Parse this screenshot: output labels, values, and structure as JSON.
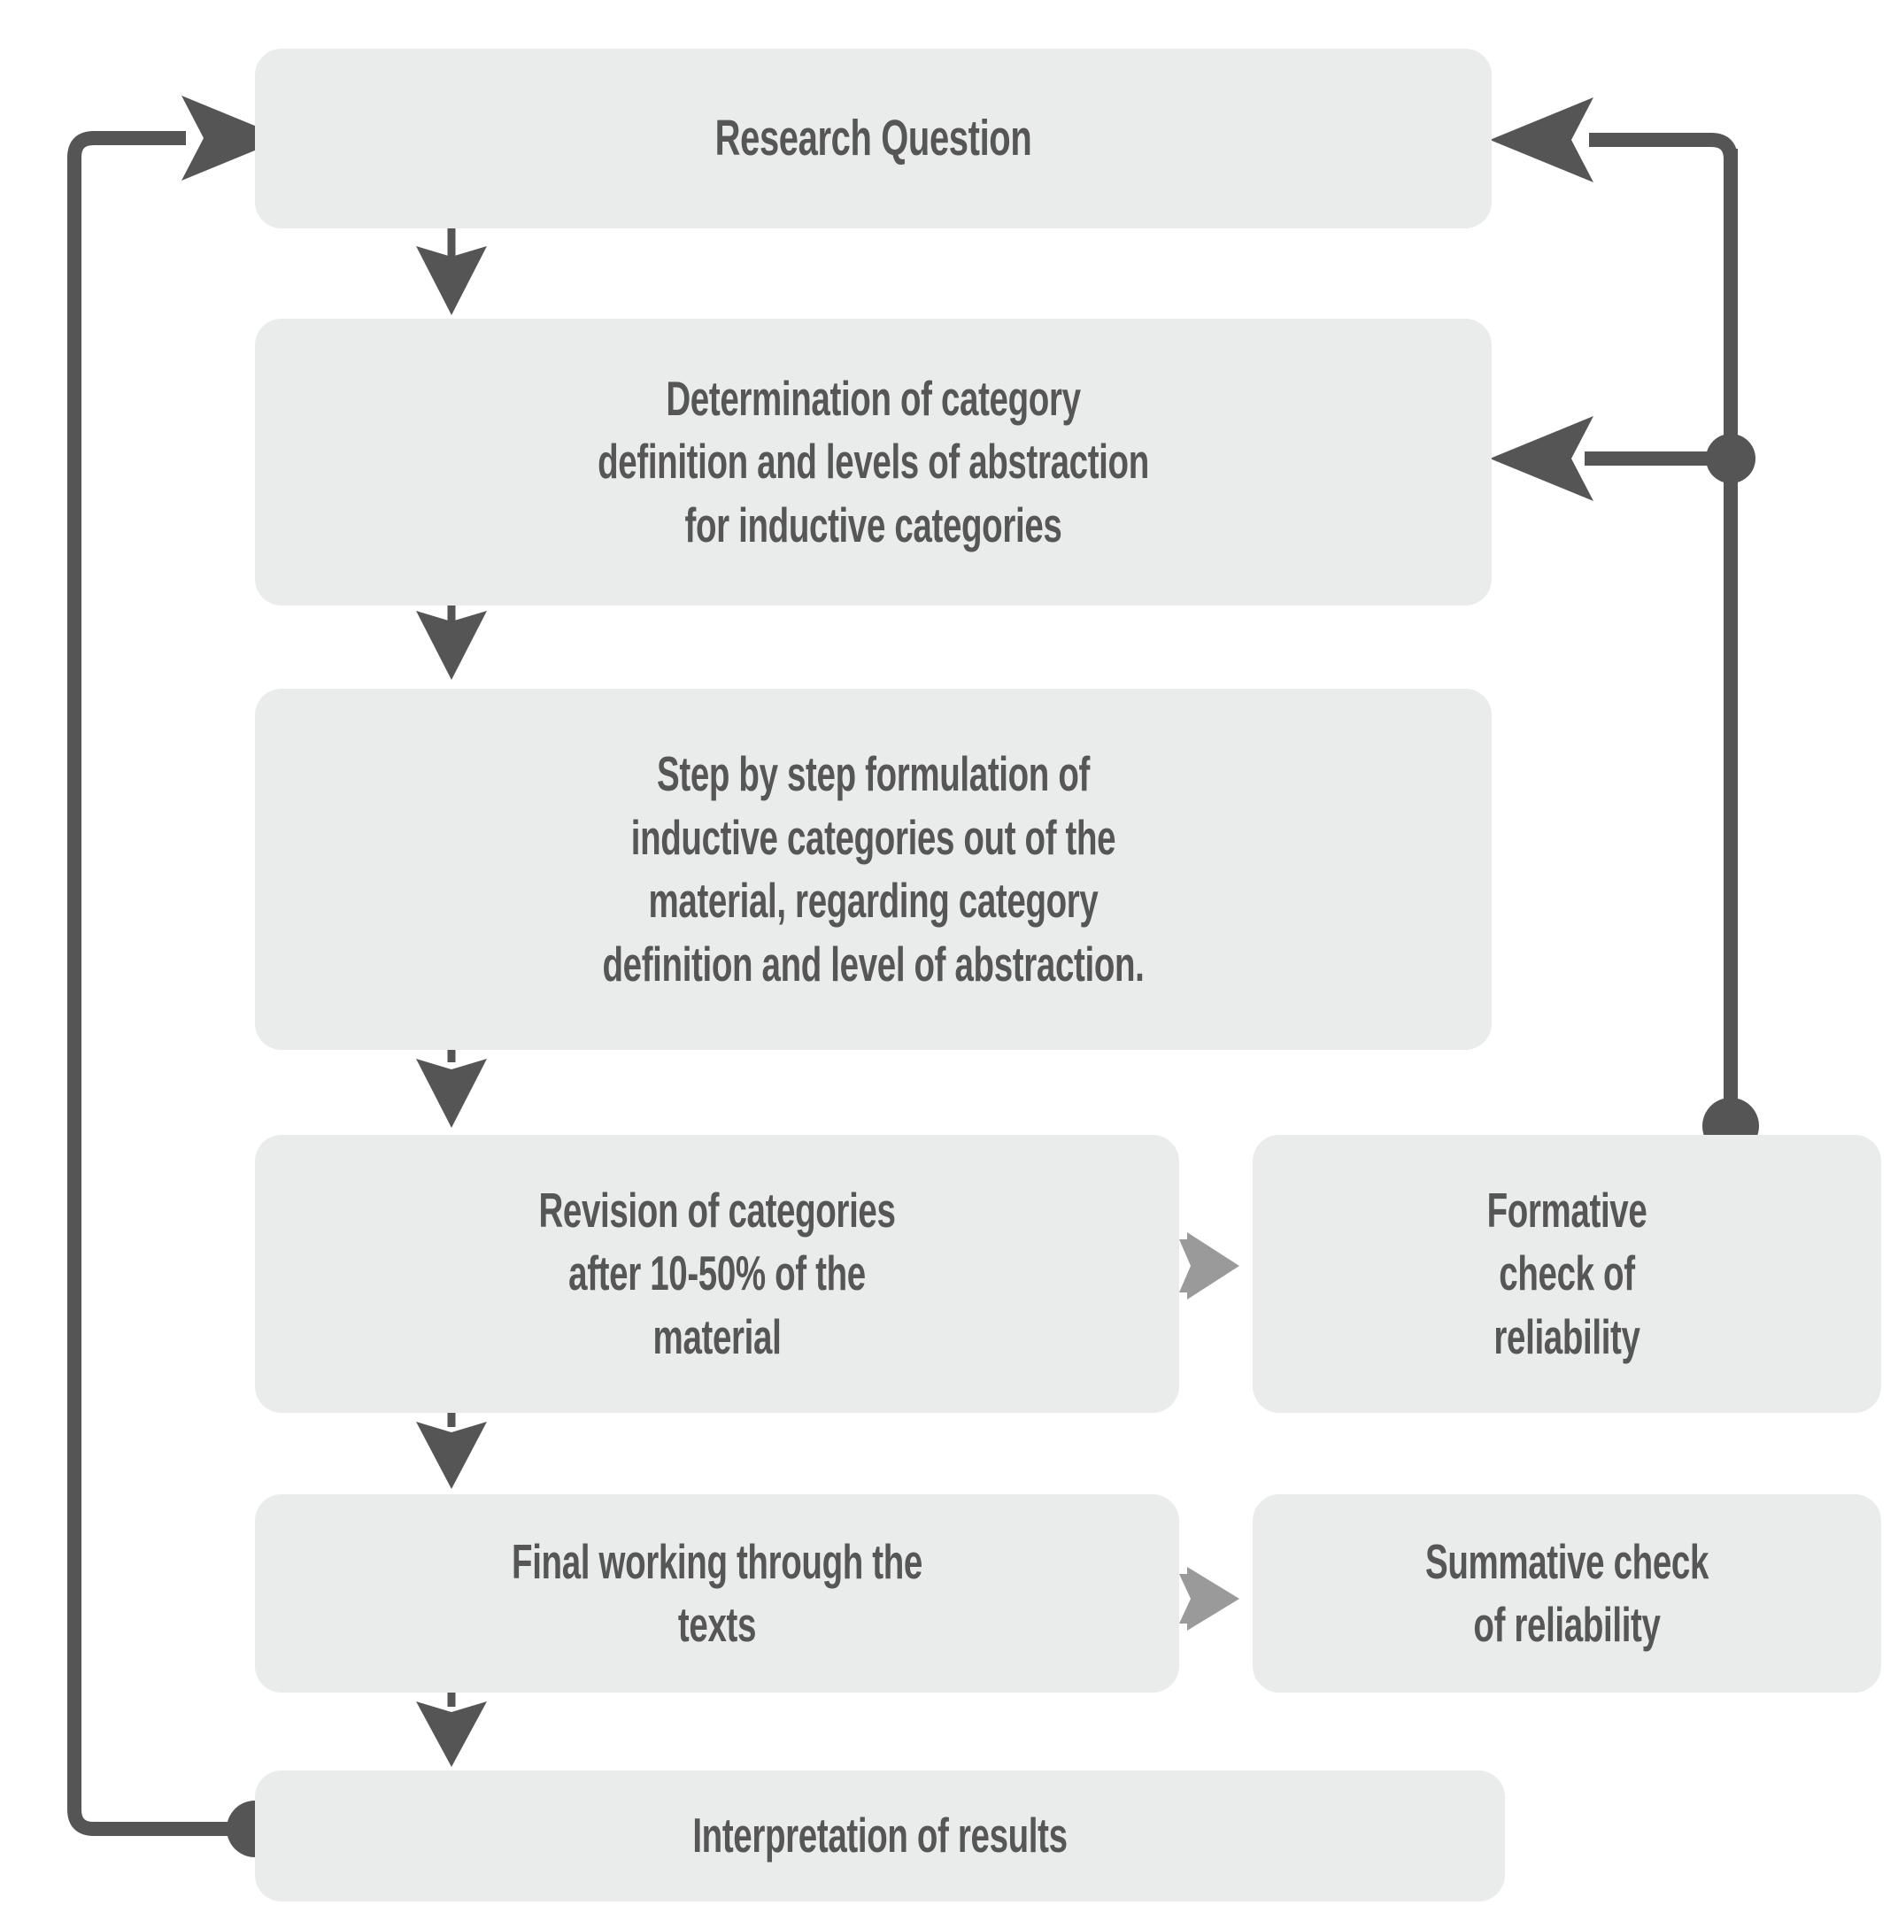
{
  "diagram": {
    "title": "Inductive category formation process model",
    "colors": {
      "box_fill": "#eaecec",
      "text": "#565656",
      "connector_dark": "#555555",
      "connector_light": "#999999",
      "background": "#ffffff"
    }
  },
  "nodes": {
    "research_question": {
      "label": "Research Question"
    },
    "determination": {
      "label": "Determination of category\ndefinition and levels of abstraction\nfor inductive categories"
    },
    "step_by_step": {
      "label": "Step by step formulation of\ninductive categories out of the\nmaterial, regarding category\ndefinition and level of abstraction."
    },
    "revision": {
      "label": "Revision of categories\nafter 10-50% of the\nmaterial"
    },
    "formative": {
      "label": "Formative\ncheck of\nreliability"
    },
    "final_working": {
      "label": "Final working through the\ntexts"
    },
    "summative": {
      "label": "Summative check\nof reliability"
    },
    "interpretation": {
      "label": "Interpretation of results"
    }
  },
  "connectors": {
    "rq_to_determination": {
      "kind": "arrow-down"
    },
    "determination_to_step": {
      "kind": "arrow-down"
    },
    "step_to_revision": {
      "kind": "arrow-down"
    },
    "revision_to_final": {
      "kind": "arrow-down"
    },
    "final_to_interpretation": {
      "kind": "arrow-down"
    },
    "revision_to_formative": {
      "kind": "arrow-right-light"
    },
    "final_to_summative": {
      "kind": "arrow-right-light"
    },
    "formative_to_rq": {
      "kind": "feedback-arrow-left"
    },
    "formative_to_determination": {
      "kind": "feedback-arrow-left"
    },
    "interpretation_to_rq": {
      "kind": "feedback-loop-left"
    }
  }
}
